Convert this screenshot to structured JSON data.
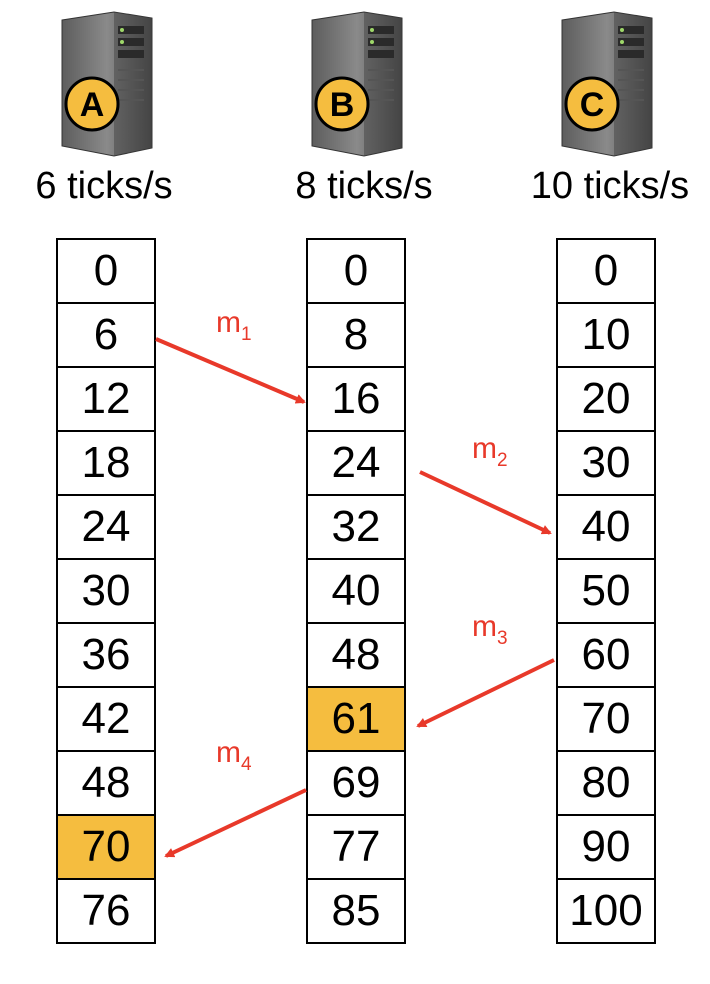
{
  "nodes": [
    {
      "letter": "A",
      "rate": "6 ticks/s",
      "ticks": [
        "0",
        "6",
        "12",
        "18",
        "24",
        "30",
        "36",
        "42",
        "48",
        "70",
        "76"
      ],
      "highlight": 9
    },
    {
      "letter": "B",
      "rate": "8 ticks/s",
      "ticks": [
        "0",
        "8",
        "16",
        "24",
        "32",
        "40",
        "48",
        "61",
        "69",
        "77",
        "85"
      ],
      "highlight": 7
    },
    {
      "letter": "C",
      "rate": "10 ticks/s",
      "ticks": [
        "0",
        "10",
        "20",
        "30",
        "40",
        "50",
        "60",
        "70",
        "80",
        "90",
        "100"
      ],
      "highlight": -1
    }
  ],
  "messages": [
    {
      "base": "m",
      "sub": "1",
      "from_node": "A",
      "from_tick": "6",
      "to_node": "B",
      "to_tick": "16"
    },
    {
      "base": "m",
      "sub": "2",
      "from_node": "B",
      "from_tick": "24",
      "to_node": "C",
      "to_tick": "40"
    },
    {
      "base": "m",
      "sub": "3",
      "from_node": "C",
      "from_tick": "60",
      "to_node": "B",
      "to_tick": "61"
    },
    {
      "base": "m",
      "sub": "4",
      "from_node": "B",
      "from_tick": "69",
      "to_node": "A",
      "to_tick": "70"
    }
  ],
  "colors": {
    "highlight": "#f5bd3f",
    "arrow": "#e8392a",
    "badge": "#f5bd3f"
  },
  "icon": "server-tower-icon"
}
